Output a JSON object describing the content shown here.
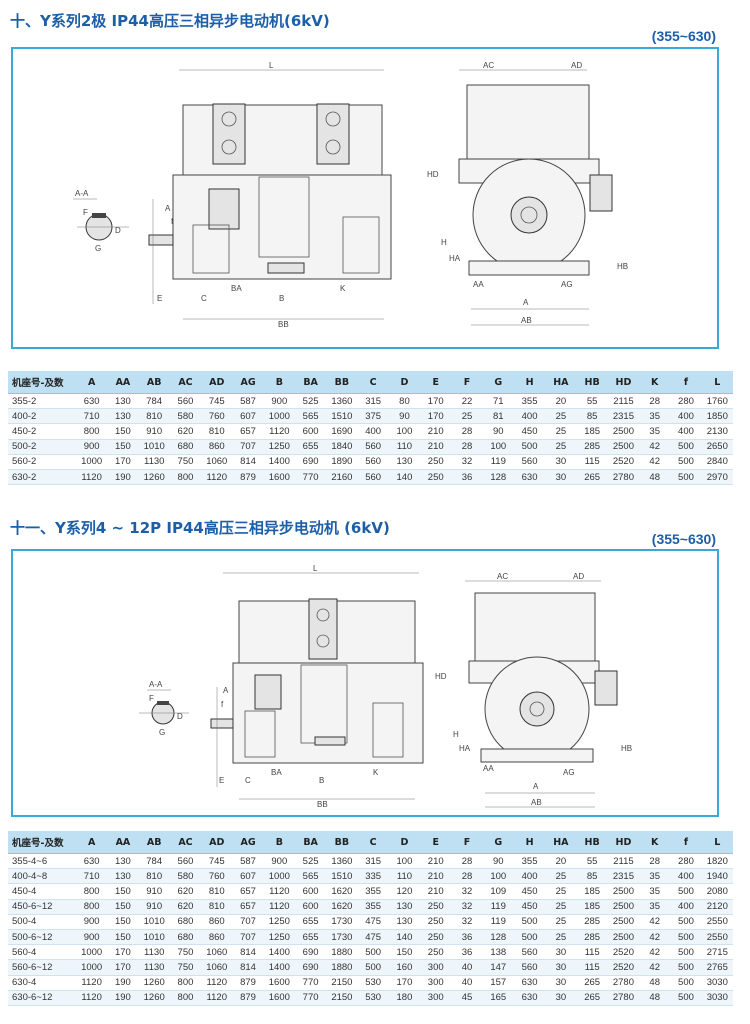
{
  "section1": {
    "title": "十、Y系列2极  IP44高压三相异步电动机(6kV)",
    "range": "(355~630)",
    "drawing_labels": {
      "L": "L",
      "AC": "AC",
      "AD": "AD",
      "HD": "HD",
      "H": "H",
      "HA": "HA",
      "HB": "HB",
      "AA": "AA",
      "AG": "AG",
      "A": "A",
      "AB": "AB",
      "E": "E",
      "C": "C",
      "BA": "BA",
      "B": "B",
      "K": "K",
      "BB": "BB",
      "section": "A-A",
      "F": "F",
      "G": "G",
      "D": "D",
      "f": "f",
      "sectionMark": "A"
    },
    "headers": [
      "机座号-及数",
      "A",
      "AA",
      "AB",
      "AC",
      "AD",
      "AG",
      "B",
      "BA",
      "BB",
      "C",
      "D",
      "E",
      "F",
      "G",
      "H",
      "HA",
      "HB",
      "HD",
      "K",
      "f",
      "L"
    ],
    "rows": [
      [
        "355-2",
        "630",
        "130",
        "784",
        "560",
        "745",
        "587",
        "900",
        "525",
        "1360",
        "315",
        "80",
        "170",
        "22",
        "71",
        "355",
        "20",
        "55",
        "2115",
        "28",
        "280",
        "1760"
      ],
      [
        "400-2",
        "710",
        "130",
        "810",
        "580",
        "760",
        "607",
        "1000",
        "565",
        "1510",
        "375",
        "90",
        "170",
        "25",
        "81",
        "400",
        "25",
        "85",
        "2315",
        "35",
        "400",
        "1850"
      ],
      [
        "450-2",
        "800",
        "150",
        "910",
        "620",
        "810",
        "657",
        "1120",
        "600",
        "1690",
        "400",
        "100",
        "210",
        "28",
        "90",
        "450",
        "25",
        "185",
        "2500",
        "35",
        "400",
        "2130"
      ],
      [
        "500-2",
        "900",
        "150",
        "1010",
        "680",
        "860",
        "707",
        "1250",
        "655",
        "1840",
        "560",
        "110",
        "210",
        "28",
        "100",
        "500",
        "25",
        "285",
        "2500",
        "42",
        "500",
        "2650"
      ],
      [
        "560-2",
        "1000",
        "170",
        "1130",
        "750",
        "1060",
        "814",
        "1400",
        "690",
        "1890",
        "560",
        "130",
        "250",
        "32",
        "119",
        "560",
        "30",
        "115",
        "2520",
        "42",
        "500",
        "2840"
      ],
      [
        "630-2",
        "1120",
        "190",
        "1260",
        "800",
        "1120",
        "879",
        "1600",
        "770",
        "2160",
        "560",
        "140",
        "250",
        "36",
        "128",
        "630",
        "30",
        "265",
        "2780",
        "48",
        "500",
        "2970"
      ]
    ]
  },
  "section2": {
    "title": "十一、Y系列4 ~ 12P IP44高压三相异步电动机 (6kV)",
    "range": "(355~630)",
    "drawing_labels": {
      "L": "L",
      "AC": "AC",
      "AD": "AD",
      "HD": "HD",
      "H": "H",
      "HA": "HA",
      "HB": "HB",
      "AA": "AA",
      "AG": "AG",
      "A": "A",
      "AB": "AB",
      "E": "E",
      "C": "C",
      "BA": "BA",
      "B": "B",
      "K": "K",
      "BB": "BB",
      "section": "A-A",
      "F": "F",
      "G": "G",
      "D": "D",
      "f": "f",
      "sectionMark": "A"
    },
    "headers": [
      "机座号-及数",
      "A",
      "AA",
      "AB",
      "AC",
      "AD",
      "AG",
      "B",
      "BA",
      "BB",
      "C",
      "D",
      "E",
      "F",
      "G",
      "H",
      "HA",
      "HB",
      "HD",
      "K",
      "f",
      "L"
    ],
    "rows": [
      [
        "355-4~6",
        "630",
        "130",
        "784",
        "560",
        "745",
        "587",
        "900",
        "525",
        "1360",
        "315",
        "100",
        "210",
        "28",
        "90",
        "355",
        "20",
        "55",
        "2115",
        "28",
        "280",
        "1820"
      ],
      [
        "400-4~8",
        "710",
        "130",
        "810",
        "580",
        "760",
        "607",
        "1000",
        "565",
        "1510",
        "335",
        "110",
        "210",
        "28",
        "100",
        "400",
        "25",
        "85",
        "2315",
        "35",
        "400",
        "1940"
      ],
      [
        "450-4",
        "800",
        "150",
        "910",
        "620",
        "810",
        "657",
        "1120",
        "600",
        "1620",
        "355",
        "120",
        "210",
        "32",
        "109",
        "450",
        "25",
        "185",
        "2500",
        "35",
        "500",
        "2080"
      ],
      [
        "450-6~12",
        "800",
        "150",
        "910",
        "620",
        "810",
        "657",
        "1120",
        "600",
        "1620",
        "355",
        "130",
        "250",
        "32",
        "119",
        "450",
        "25",
        "185",
        "2500",
        "35",
        "400",
        "2120"
      ],
      [
        "500-4",
        "900",
        "150",
        "1010",
        "680",
        "860",
        "707",
        "1250",
        "655",
        "1730",
        "475",
        "130",
        "250",
        "32",
        "119",
        "500",
        "25",
        "285",
        "2500",
        "42",
        "500",
        "2550"
      ],
      [
        "500-6~12",
        "900",
        "150",
        "1010",
        "680",
        "860",
        "707",
        "1250",
        "655",
        "1730",
        "475",
        "140",
        "250",
        "36",
        "128",
        "500",
        "25",
        "285",
        "2500",
        "42",
        "500",
        "2550"
      ],
      [
        "560-4",
        "1000",
        "170",
        "1130",
        "750",
        "1060",
        "814",
        "1400",
        "690",
        "1880",
        "500",
        "150",
        "250",
        "36",
        "138",
        "560",
        "30",
        "115",
        "2520",
        "42",
        "500",
        "2715"
      ],
      [
        "560-6~12",
        "1000",
        "170",
        "1130",
        "750",
        "1060",
        "814",
        "1400",
        "690",
        "1880",
        "500",
        "160",
        "300",
        "40",
        "147",
        "560",
        "30",
        "115",
        "2520",
        "42",
        "500",
        "2765"
      ],
      [
        "630-4",
        "1120",
        "190",
        "1260",
        "800",
        "1120",
        "879",
        "1600",
        "770",
        "2150",
        "530",
        "170",
        "300",
        "40",
        "157",
        "630",
        "30",
        "265",
        "2780",
        "48",
        "500",
        "3030"
      ],
      [
        "630-6~12",
        "1120",
        "190",
        "1260",
        "800",
        "1120",
        "879",
        "1600",
        "770",
        "2150",
        "530",
        "180",
        "300",
        "45",
        "165",
        "630",
        "30",
        "265",
        "2780",
        "48",
        "500",
        "3030"
      ]
    ]
  }
}
